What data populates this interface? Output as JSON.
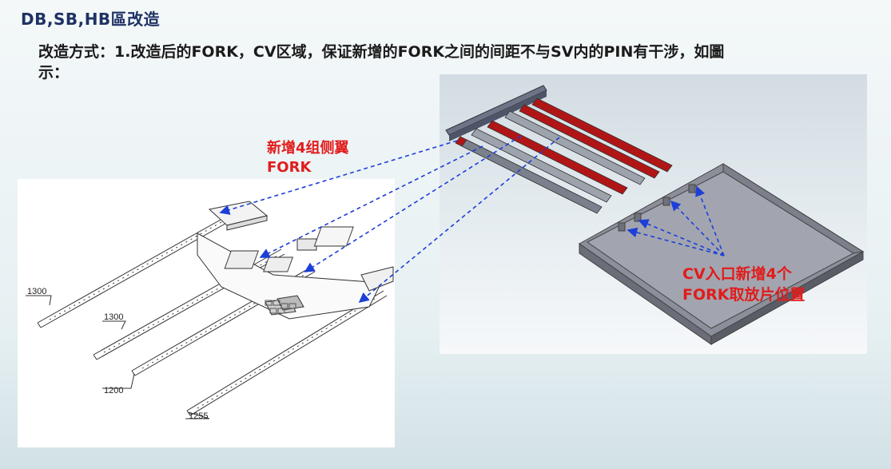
{
  "slide": {
    "title": "DB,SB,HB區改造",
    "subtitle": "改造方式：1.改造后的FORK，CV区域，保证新增的FORK之间的间距不与SV内的PIN有干涉，如圖示："
  },
  "annotations": {
    "fork_line1": "新增4组侧翼",
    "fork_line2": "FORK",
    "cv_line1": "CV入口新增4个",
    "cv_line2": "FORK取放片位置"
  },
  "drawing": {
    "dim_labels": [
      "1300",
      "1300",
      "1200",
      "1255"
    ]
  },
  "colors": {
    "title": "#1f3264",
    "annotation": "#e11c1c",
    "arrow": "#1d3fd8",
    "fork_red": "#b01616",
    "tray_gray": "#7d808b"
  }
}
